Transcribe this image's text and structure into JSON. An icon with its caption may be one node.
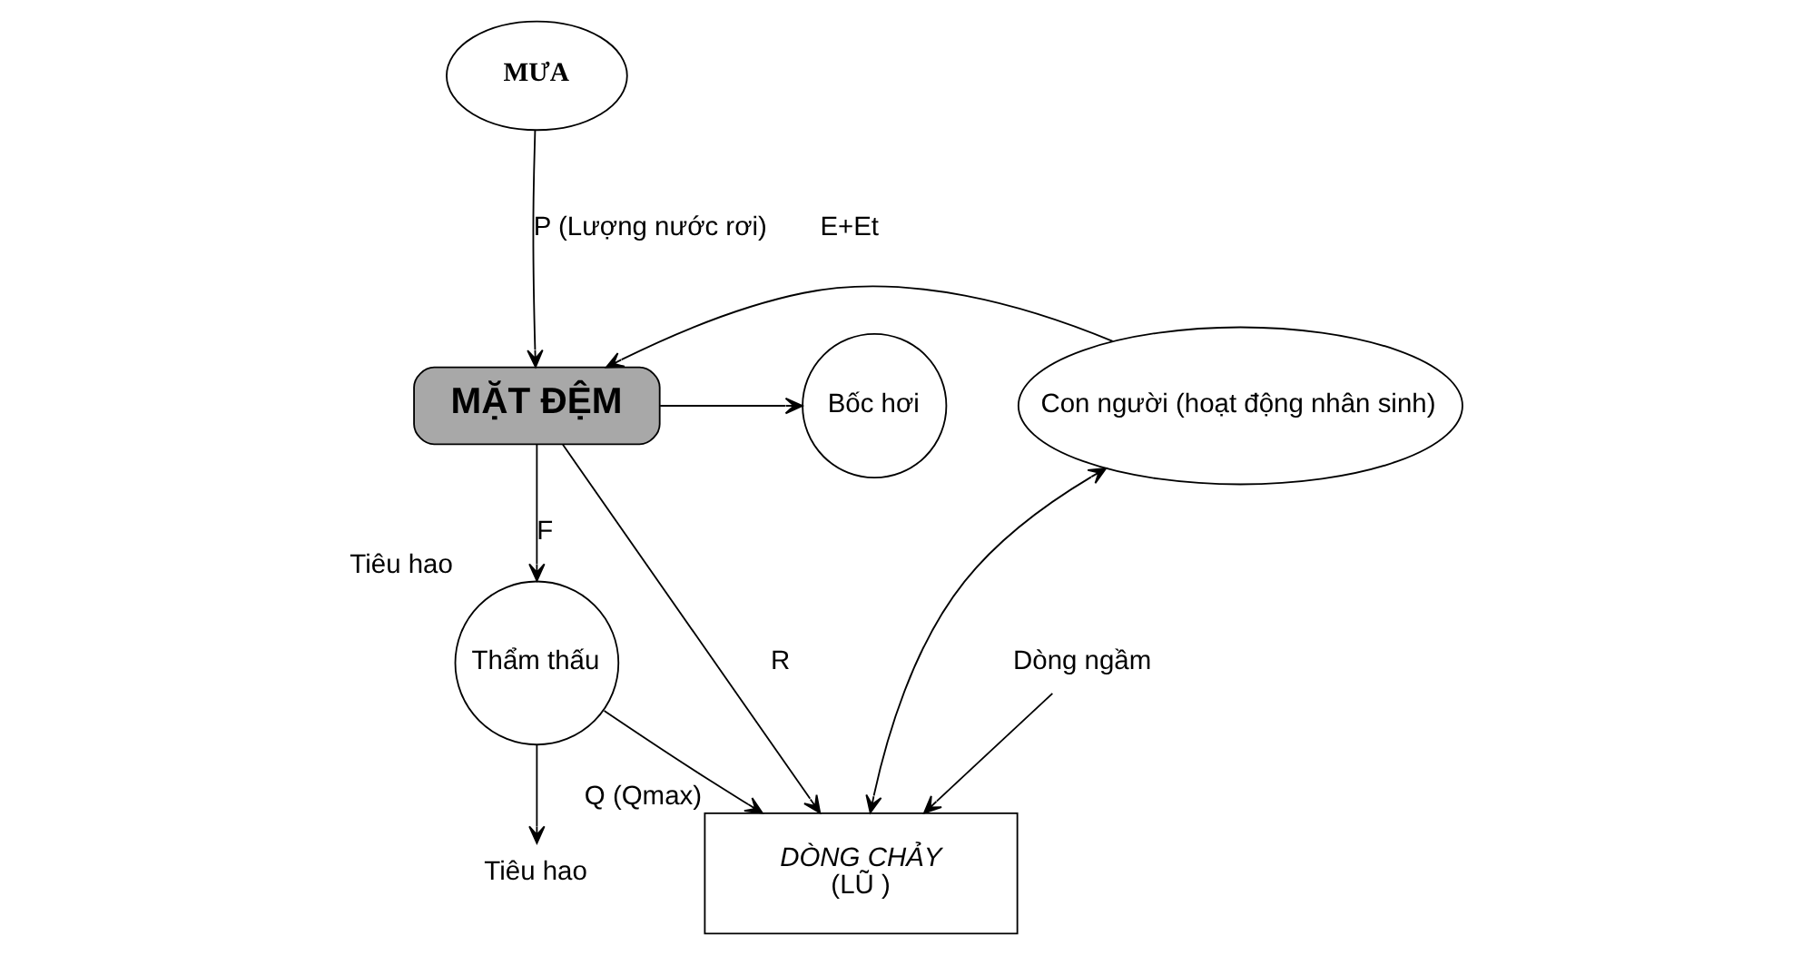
{
  "diagram": {
    "nodes": [
      {
        "text": [
          "MƯA"
        ]
      },
      {
        "text": [
          "Bốc hơi"
        ]
      },
      {
        "text": [
          "MẶT ĐỆM"
        ]
      },
      {
        "text": [
          "Con người (hoạt động nhân sinh)"
        ]
      },
      {
        "text": [
          "Thẩm thấu"
        ],
        "beside": [
          "Tiêu hao"
        ]
      },
      {
        "text": [
          "DÒNG CHẢY",
          "(LŨ )"
        ],
        "beside": [
          "Q (Qmax)"
        ]
      },
      {
        "text": [
          "Dòng ngầm"
        ]
      },
      {
        "text": [
          "Tiêu hao"
        ]
      }
    ],
    "edges": [
      {
        "from": 0,
        "to": 2,
        "arrow": "to",
        "label": "P (Lượng nước rơi)"
      },
      {
        "from": 2,
        "to": 1,
        "arrow": "to"
      },
      {
        "from": 3,
        "to": 2,
        "arrow": "to"
      },
      {
        "from": 2,
        "to": 4,
        "arrow": "to",
        "label": "F"
      },
      {
        "from": 2,
        "to": 5,
        "arrow": "to",
        "label": "R"
      },
      {
        "from": 3,
        "to": 5,
        "arrow": "both"
      },
      {
        "from": 4,
        "to": 5,
        "arrow": "to"
      },
      {
        "from": 6,
        "to": 5,
        "arrow": "to"
      },
      {
        "from": 4,
        "to": 7,
        "arrow": "to"
      }
    ],
    "labels": [
      "E+Et"
    ]
  }
}
